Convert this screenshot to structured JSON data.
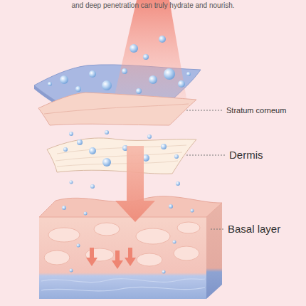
{
  "diagram": {
    "labels": [
      "and deep penetration can truly hydrate and nourish.",
      "Stratum corneum",
      "Dermis",
      "Basal layer"
    ]
  }
}
